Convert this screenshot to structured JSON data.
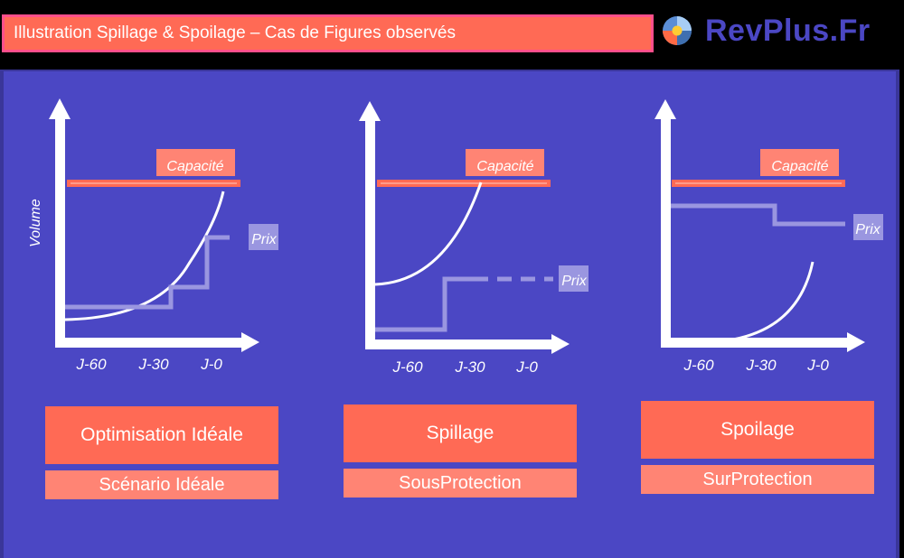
{
  "header": {
    "title": "Illustration Spillage & Spoilage – Cas de Figures observés",
    "logo_text": "RevPlus.Fr",
    "logo_icon": "pie-chart-logo-icon"
  },
  "colors": {
    "panel_bg": "#4b47c4",
    "coral": "#ff6a55",
    "coral_light": "#ff8474",
    "title_border": "#ff4f8b",
    "price_line": "#9a96e0",
    "logo_text": "#4b47c4"
  },
  "chart_data": [
    {
      "type": "line",
      "title": "Optimisation Idéale",
      "subtitle": "Scénario Idéale",
      "ylabel": "Volume",
      "x_ticks": [
        "J-60",
        "J-30",
        "J-0"
      ],
      "capacity_label": "Capacité",
      "price_label": "Prix",
      "demand_curve": "exponential rise from low volume at J-60 reaching capacity just before J-0",
      "price_steps": [
        {
          "from": "J-60",
          "to": "J-30",
          "level": "low"
        },
        {
          "from": "J-30",
          "to": "J-15",
          "level": "medium"
        },
        {
          "from": "J-15",
          "to": "J-0",
          "level": "high"
        }
      ]
    },
    {
      "type": "line",
      "title": "Spillage",
      "subtitle": "SousProtection",
      "x_ticks": [
        "J-60",
        "J-30",
        "J-0"
      ],
      "capacity_label": "Capacité",
      "price_label": "Prix",
      "demand_curve": "rises from mid-low volume and hits capacity around J-30",
      "price_steps": [
        {
          "from": "J-60",
          "to": "J-40",
          "level": "very low"
        },
        {
          "from": "J-40",
          "to": "J-0",
          "level": "medium (dashed after J-30)"
        }
      ]
    },
    {
      "type": "line",
      "title": "Spoilage",
      "subtitle": "SurProtection",
      "x_ticks": [
        "J-60",
        "J-30",
        "J-0"
      ],
      "capacity_label": "Capacité",
      "price_label": "Prix",
      "demand_curve": "starts at zero near J-45 and rises, ending well below capacity at J-0",
      "price_steps": [
        {
          "from": "J-60",
          "to": "J-30",
          "level": "high"
        },
        {
          "from": "J-30",
          "to": "J-0",
          "level": "slightly lower"
        }
      ]
    }
  ],
  "charts": [
    {
      "title": "Optimisation Idéale",
      "subtitle": "Scénario Idéale",
      "ylabel": "Volume",
      "capacity": "Capacité",
      "prix": "Prix",
      "ticks": [
        "J-60",
        "J-30",
        "J-0"
      ]
    },
    {
      "title": "Spillage",
      "subtitle": "SousProtection",
      "capacity": "Capacité",
      "prix": "Prix",
      "ticks": [
        "J-60",
        "J-30",
        "J-0"
      ]
    },
    {
      "title": "Spoilage",
      "subtitle": "SurProtection",
      "capacity": "Capacité",
      "prix": "Prix",
      "ticks": [
        "J-60",
        "J-30",
        "J-0"
      ]
    }
  ]
}
